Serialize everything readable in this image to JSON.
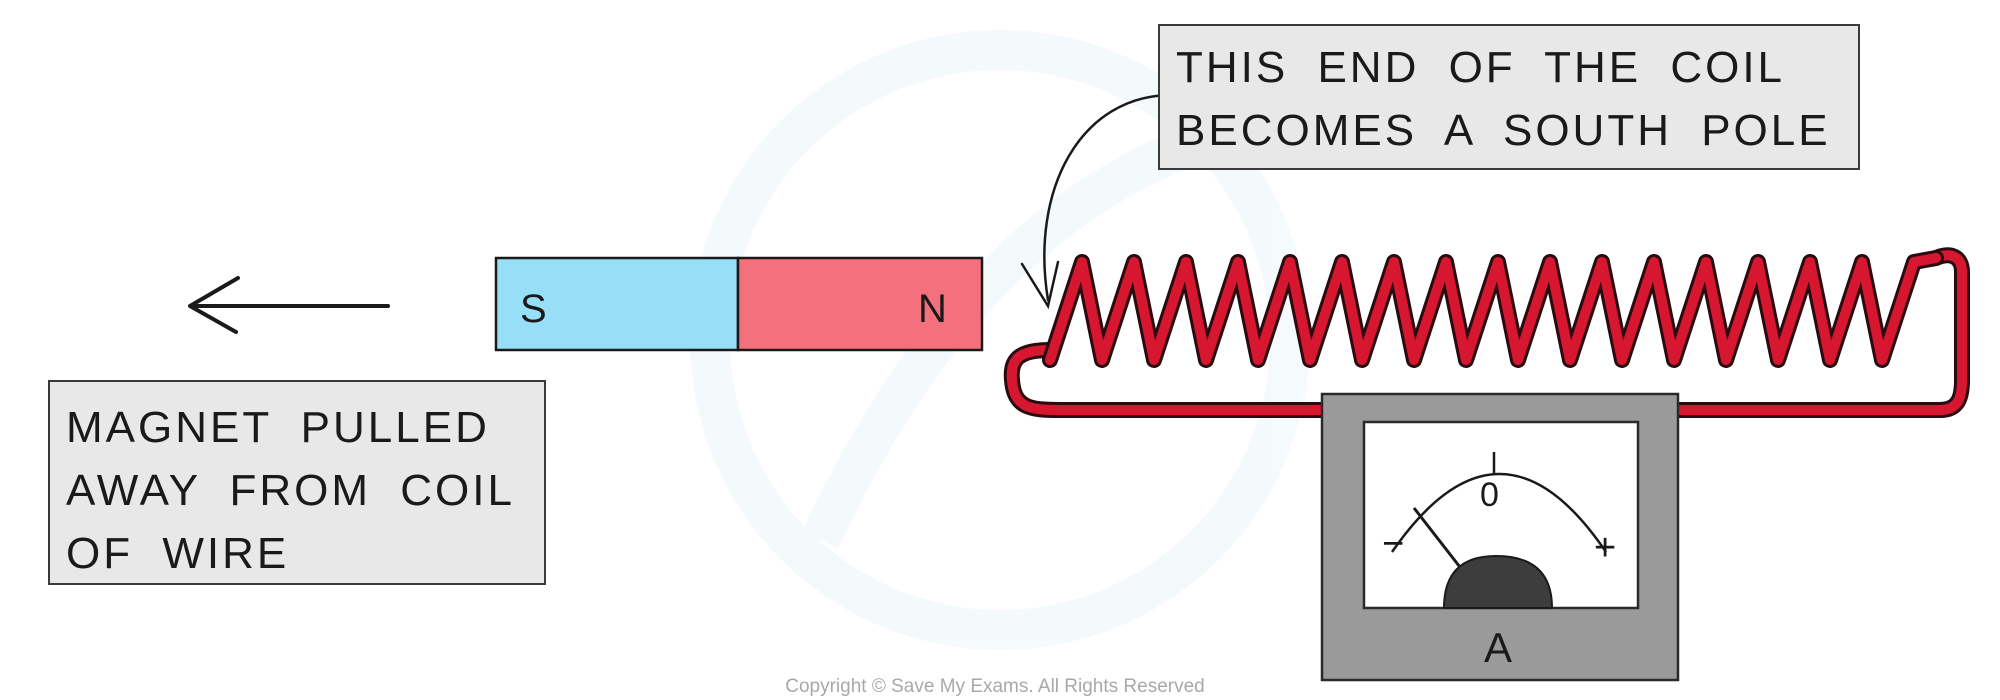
{
  "callout": {
    "lines": [
      "THIS END OF THE COIL",
      "BECOMES A SOUTH POLE"
    ]
  },
  "caption": {
    "lines": [
      "MAGNET PULLED",
      "AWAY FROM COIL",
      "OF WIRE"
    ]
  },
  "magnet": {
    "left_pole": "S",
    "right_pole": "N",
    "south_color": "#97def7",
    "north_color": "#f4707c"
  },
  "ammeter": {
    "unit": "A",
    "zero_label": "0",
    "minus_label": "−",
    "plus_label": "+"
  },
  "coil": {
    "color": "#d7172f"
  },
  "copyright": "Copyright © Save My Exams. All Rights Reserved"
}
